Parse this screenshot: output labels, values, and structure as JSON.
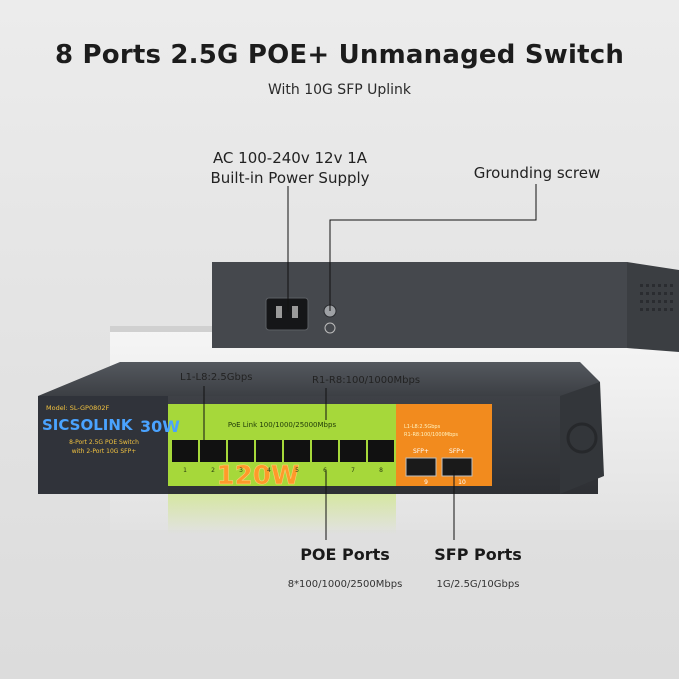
{
  "header": {
    "title": "8 Ports 2.5G POE+ Unmanaged Switch",
    "subtitle": "With 10G SFP Uplink"
  },
  "callouts": {
    "power_line1": "AC 100-240v 12v 1A",
    "power_line2": "Built-in Power Supply",
    "grounding": "Grounding screw",
    "l_ports": "L1-L8:2.5Gbps",
    "r_ports": "R1-R8:100/1000Mbps"
  },
  "device": {
    "model": "Model: SL-GP0802F",
    "brand": "SICSOLINK",
    "power_per_port": "30W",
    "total_power": "120W",
    "desc_line1": "8-Port 2.5G POE Switch",
    "desc_line2": "with 2-Port 10G SFP+",
    "poe_band_label": "PoE Link 100/1000/25000Mbps",
    "port_numbers": [
      "1",
      "2",
      "3",
      "4",
      "5",
      "6",
      "7",
      "8"
    ],
    "sfp_label": "SFP+",
    "sfp_numbers": [
      "9",
      "10"
    ],
    "legend_line1": "L1-L8:2.5Gbps",
    "legend_line2": "R1-R8:100/1000Mbps"
  },
  "footer": {
    "poe_title": "POE Ports",
    "poe_sub": "8*100/1000/2500Mbps",
    "sfp_title": "SFP Ports",
    "sfp_sub": "1G/2.5G/10Gbps"
  },
  "colors": {
    "green_band": "#a6d83a",
    "orange_band": "#f28b1e",
    "chassis": "#3a3d42",
    "brand_blue": "#4aa3ff",
    "power_orange": "#ff9a2a"
  }
}
